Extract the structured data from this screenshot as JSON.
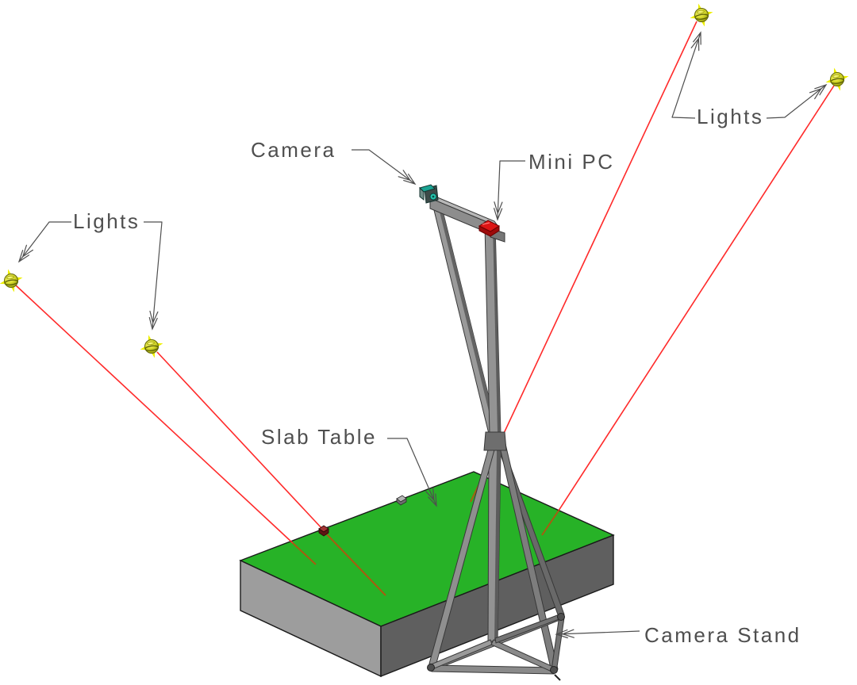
{
  "labels": {
    "camera": "Camera",
    "mini_pc": "Mini PC",
    "lights_left": "Lights",
    "lights_right": "Lights",
    "slab_table": "Slab Table",
    "camera_stand": "Camera Stand"
  },
  "colors": {
    "background": "#ffffff",
    "table_top_green": "#27b227",
    "table_side_light": "#9d9d9d",
    "table_side_dark": "#5f5f5f",
    "stand_gray": "#939393",
    "light_yellow": "#d2d530",
    "ray_red": "#ff2a2a",
    "ray_on_table_orange": "#a85c10",
    "camera_teal": "#1aa392",
    "mini_pc_red": "#dd1515",
    "label_text": "#4f4f4f"
  },
  "components": [
    {
      "name": "camera",
      "label": "Camera"
    },
    {
      "name": "mini_pc",
      "label": "Mini PC"
    },
    {
      "name": "lights",
      "label": "Lights",
      "count": 4
    },
    {
      "name": "slab_table",
      "label": "Slab Table"
    },
    {
      "name": "camera_stand",
      "label": "Camera Stand"
    }
  ]
}
